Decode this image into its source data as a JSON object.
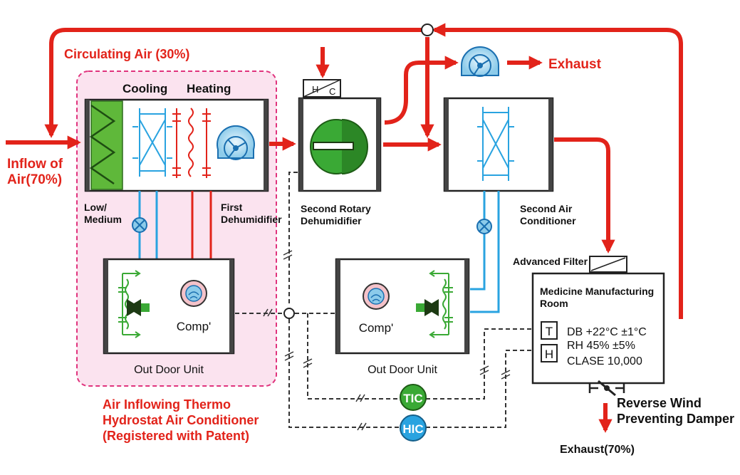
{
  "labels": {
    "circulating_air": "Circulating Air (30%)",
    "exhaust_top": "Exhaust",
    "inflow_line1": "Inflow of",
    "inflow_line2": "Air(70%)",
    "cooling": "Cooling",
    "heating": "Heating",
    "low_medium_line1": "Low/",
    "low_medium_line2": "Medium",
    "first_dehum_line1": "First",
    "first_dehum_line2": "Dehumidifier",
    "hc_h": "H",
    "hc_c": "C",
    "second_rotary_line1": "Second Rotary",
    "second_rotary_line2": "Dehumidifier",
    "second_ac_line1": "Second Air",
    "second_ac_line2": "Conditioner",
    "advanced_filter": "Advanced Filter",
    "room_line1": "Medicine Manufacturing",
    "room_line2": "Room",
    "db_spec": "DB  +22°C  ±1°C",
    "rh_spec": "RH  45%  ±5%",
    "clase_spec": "CLASE   10,000",
    "t_sensor": "T",
    "h_sensor": "H",
    "comp_left": "Comp'",
    "comp_right": "Comp'",
    "outdoor_left": "Out Door Unit",
    "outdoor_right": "Out Door Unit",
    "tic": "TIC",
    "hic": "HIC",
    "patent_line1": "Air Inflowing Thermo",
    "patent_line2": "Hydrostat Air Conditioner",
    "patent_line3": "(Registered with Patent)",
    "damper_line1": "Reverse Wind",
    "damper_line2": "Preventing Damper",
    "exhaust_bottom": "Exhaust(70%)"
  },
  "icons": [
    "fan-icon",
    "rotary-wheel-icon",
    "compressor-icon",
    "expansion-valve-icon",
    "damper-icon",
    "filter-icon"
  ],
  "colors": {
    "air_flow": "#e2231a",
    "refrigerant": "#29a3e0",
    "heating_coil": "#e2231a",
    "pink_zone": "#fbe3ef",
    "pink_border": "#e0337d",
    "green": "#3aa935",
    "controller_blue": "#29a3e0",
    "signal_line": "#333333"
  }
}
